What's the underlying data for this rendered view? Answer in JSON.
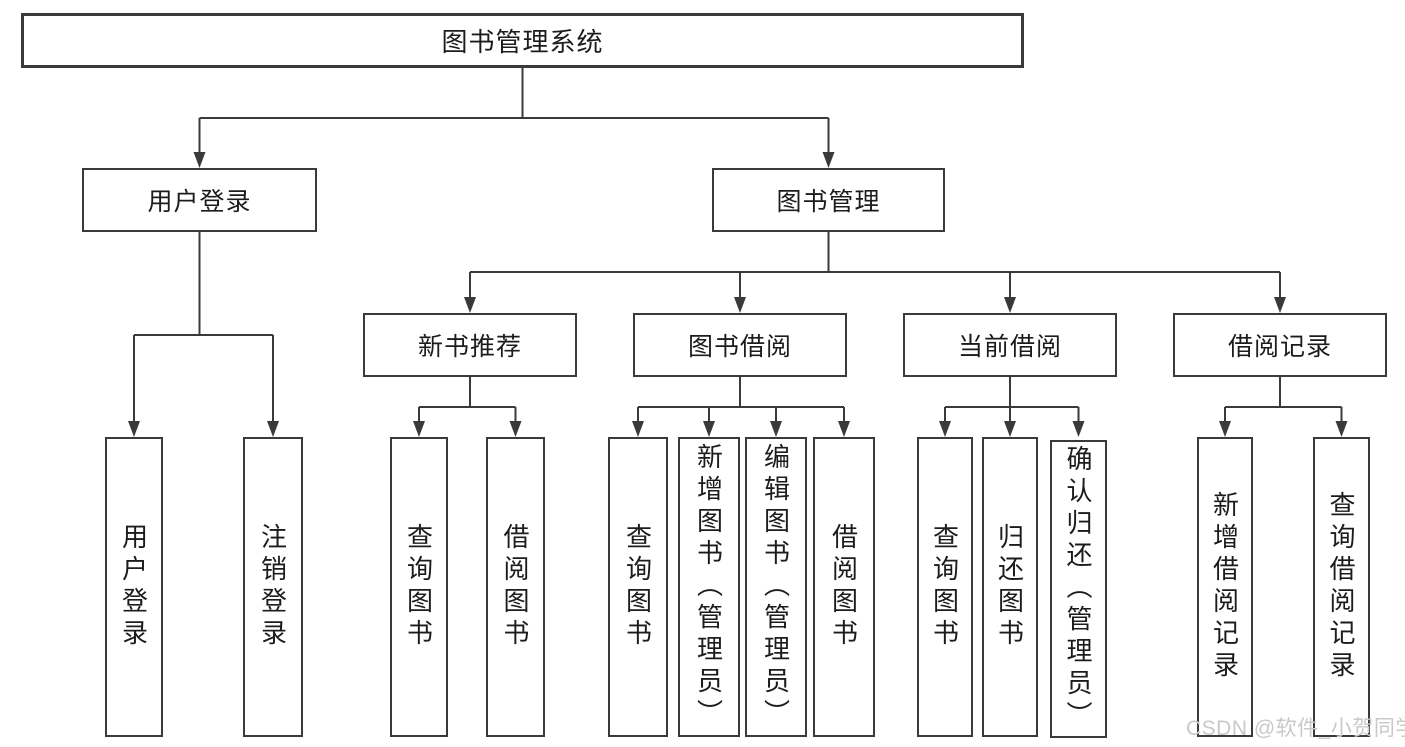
{
  "diagram_type": "hierarchy-structure-chart",
  "colors": {
    "background": "#ffffff",
    "line": "#3a3a3a",
    "box_border": "#3a3a3a",
    "text": "#1c1c1c",
    "watermark": "#c9c9c9"
  },
  "tree": {
    "root": {
      "label": "图书管理系统",
      "children": [
        {
          "label": "用户登录",
          "children": [
            {
              "label": "用户登录"
            },
            {
              "label": "注销登录"
            }
          ]
        },
        {
          "label": "图书管理",
          "children": [
            {
              "label": "新书推荐",
              "children": [
                {
                  "label": "查询图书"
                },
                {
                  "label": "借阅图书"
                }
              ]
            },
            {
              "label": "图书借阅",
              "children": [
                {
                  "label": "查询图书"
                },
                {
                  "label": "新增图书（管理员）"
                },
                {
                  "label": "编辑图书（管理员）"
                },
                {
                  "label": "借阅图书"
                }
              ]
            },
            {
              "label": "当前借阅",
              "children": [
                {
                  "label": "查询图书"
                },
                {
                  "label": "归还图书"
                },
                {
                  "label": "确认归还（管理员）"
                }
              ]
            },
            {
              "label": "借阅记录",
              "children": [
                {
                  "label": "新增借阅记录"
                },
                {
                  "label": "查询借阅记录"
                }
              ]
            }
          ]
        }
      ]
    }
  },
  "watermark": {
    "text": "CSDN @软件_小贺同学"
  }
}
